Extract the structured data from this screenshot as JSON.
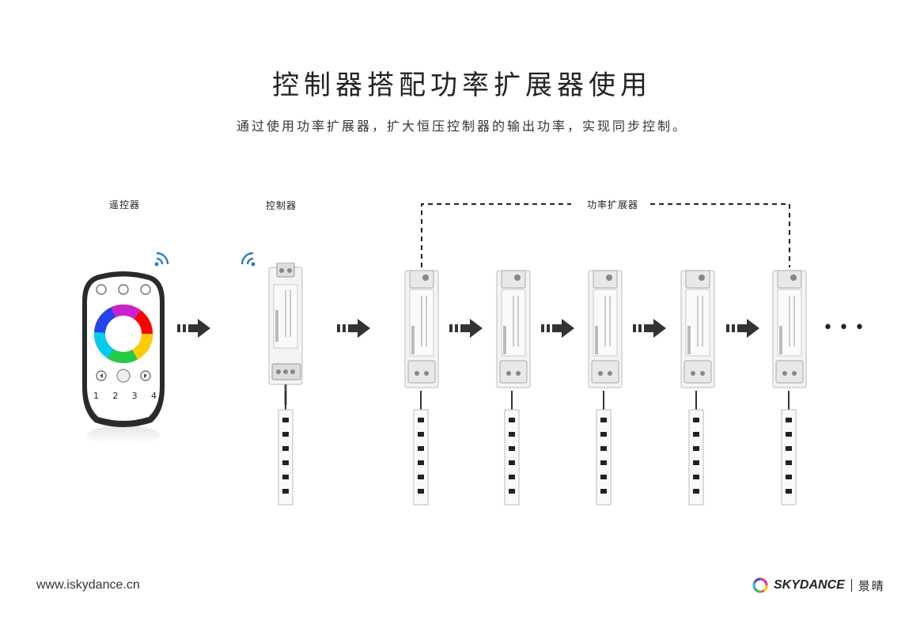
{
  "title": "控制器搭配功率扩展器使用",
  "subtitle": "通过使用功率扩展器，扩大恒压控制器的输出功率，实现同步控制。",
  "labels": {
    "remote": "遥控器",
    "controller": "控制器",
    "amplifier": "功率扩展器"
  },
  "remote": {
    "buttons": [
      "1",
      "2",
      "3",
      "4"
    ]
  },
  "continuation": "• • •",
  "footer": {
    "url": "www.iskydance.cn",
    "brand": "SKYDANCE",
    "brand_cn": "景晴"
  },
  "colors": {
    "wifi": "#2f7fc0",
    "arrow": "#333333",
    "strip_led": "#222222"
  }
}
